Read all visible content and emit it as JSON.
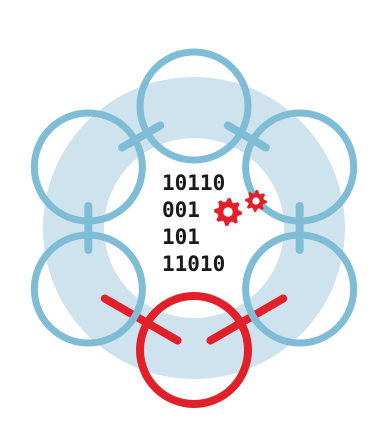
{
  "colors": {
    "background": "#ffffff",
    "ring_fill": "#cfe3ef",
    "circle_blue": "#7fbcd6",
    "circle_red": "#e1202a",
    "gear_red": "#e1202a",
    "text": "#1a1a1a"
  },
  "icons": [
    "gear-icon",
    "gear-icon"
  ],
  "nodes": [
    {
      "name": "node-top",
      "color": "blue"
    },
    {
      "name": "node-top-right",
      "color": "blue"
    },
    {
      "name": "node-bottom-right",
      "color": "blue"
    },
    {
      "name": "node-bottom",
      "color": "red"
    },
    {
      "name": "node-bottom-left",
      "color": "blue"
    },
    {
      "name": "node-top-left",
      "color": "blue"
    }
  ],
  "binary_lines": [
    "10110",
    "001",
    "101",
    "11010"
  ]
}
